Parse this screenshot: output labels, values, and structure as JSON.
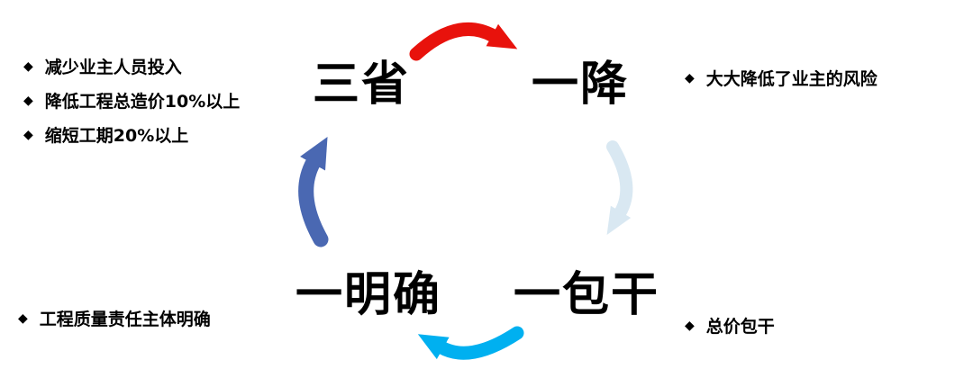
{
  "diagram": {
    "nodes": {
      "top_left": "三省",
      "top_right": "一降",
      "bottom_left": "一明确",
      "bottom_right": "一包干"
    },
    "bullets": {
      "top_left": [
        "减少业主人员投入",
        "降低工程总造价10%以上",
        "缩短工期20%以上"
      ],
      "top_right": [
        "大大降低了业主的风险"
      ],
      "bottom_left": [
        "工程质量责任主体明确"
      ],
      "bottom_right": [
        "总价包干"
      ]
    }
  },
  "icons": {
    "bullet_diamond": "◆"
  },
  "colors": {
    "arrow_top": "#e8120c",
    "arrow_right": "#d9e8f2",
    "arrow_bottom": "#00b0f0",
    "arrow_left": "#4a68b2",
    "text": "#000000",
    "background": "#ffffff"
  }
}
